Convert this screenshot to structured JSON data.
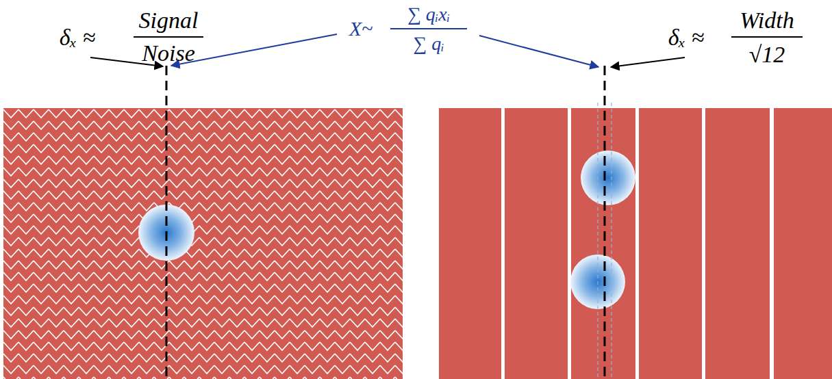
{
  "diagram": {
    "labels": [
      "δₓ ≈",
      "Signal",
      "Noise",
      "X~",
      "∑ qᵢxᵢ",
      "∑ qᵢ",
      "δₓ ≈",
      "Width",
      "√12"
    ]
  }
}
